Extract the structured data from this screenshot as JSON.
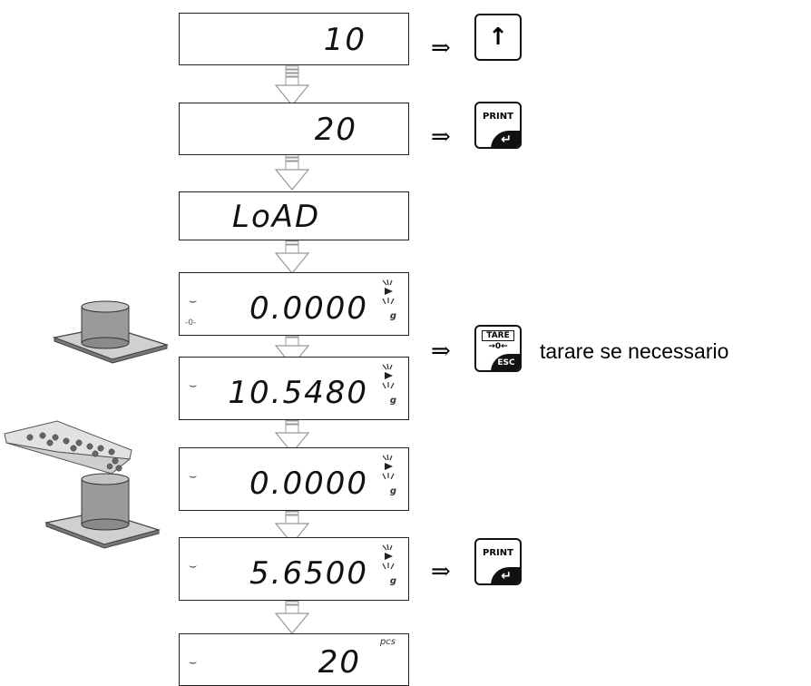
{
  "displays": [
    {
      "value": "10",
      "stable": "",
      "zero": "",
      "unit": ""
    },
    {
      "value": "20",
      "stable": "",
      "zero": "",
      "unit": ""
    },
    {
      "value": "LoAD",
      "stable": "",
      "zero": "",
      "unit": ""
    },
    {
      "value": "0.0000",
      "stable": "⌣",
      "zero": "-0-",
      "unit": "g"
    },
    {
      "value": "10.5480",
      "stable": "⌣",
      "zero": "",
      "unit": "g"
    },
    {
      "value": "0.0000",
      "stable": "⌣",
      "zero": "",
      "unit": "g"
    },
    {
      "value": "5.6500",
      "stable": "⌣",
      "zero": "",
      "unit": "g"
    },
    {
      "value": "20",
      "stable": "⌣",
      "zero": "",
      "unit": "pcs"
    }
  ],
  "implies_symbol": "⇒",
  "keys": {
    "up": {
      "glyph": "↑",
      "icon": "arrow-up-icon"
    },
    "print": {
      "label": "PRINT",
      "enter_glyph": "↵",
      "icon": "enter-icon"
    },
    "tare": {
      "label": "TARE",
      "zero_label": "→0←",
      "esc_label": "ESC"
    }
  },
  "note": "tarare se necessario",
  "colors": {
    "lcd_border": "#222222",
    "key_dark": "#111111",
    "plate": "#888888",
    "pan": "#9a9a9a"
  }
}
